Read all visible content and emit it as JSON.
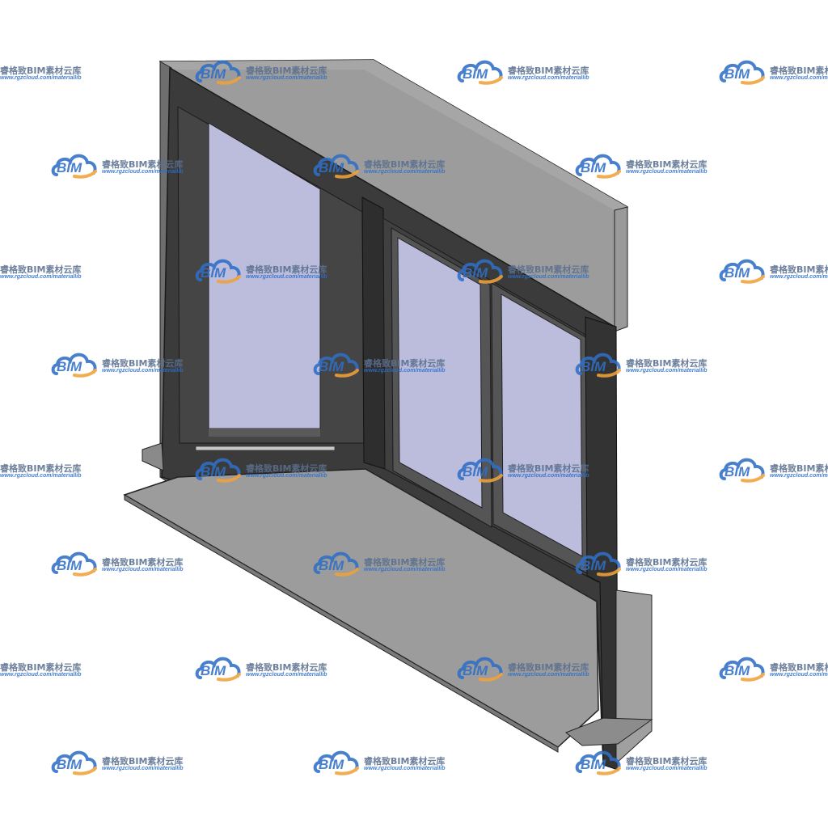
{
  "watermark": {
    "logo_text": "BIM",
    "brand_text": "睿格致BIM素材云库",
    "url_text": "www.rgzcloud.com/materiallib",
    "logo_icon": "cloud-icon",
    "colors": {
      "logo_blue": "#2f6fc7",
      "logo_orange": "#f0a23a",
      "text_gray": "#5a6f8f"
    }
  },
  "model": {
    "subject": "window-assembly",
    "colors": {
      "wall_gray": "#9b9b9b",
      "wall_top": "#a4a4a4",
      "frame_dark": "#3a3a3a",
      "frame_mid": "#4a4a4a",
      "glass": "#bcbcdc",
      "sill": "#9e9e9e",
      "outline": "#1a1a1a"
    }
  }
}
